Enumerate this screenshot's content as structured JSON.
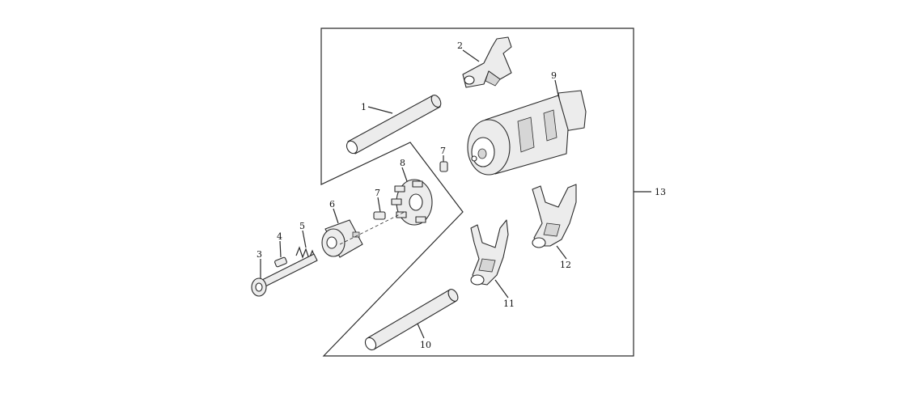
{
  "callouts": {
    "p1": "1",
    "p2": "2",
    "p3": "3",
    "p4": "4",
    "p5": "5",
    "p6": "6",
    "p7a": "7",
    "p7b": "7",
    "p8": "8",
    "p9": "9",
    "p10": "10",
    "p11": "11",
    "p12": "12",
    "p13": "13"
  },
  "colors": {
    "line": "#2a2a2a",
    "part_fill": "#ececec",
    "background": "#ffffff"
  }
}
